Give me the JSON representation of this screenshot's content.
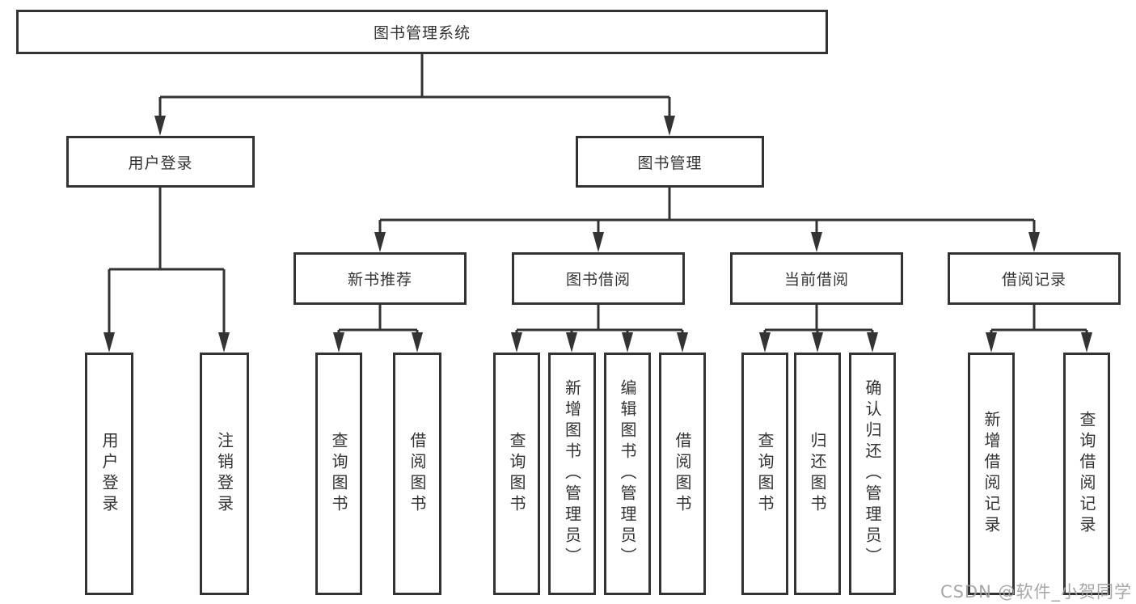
{
  "tree": {
    "root": "图书管理系统",
    "level2": [
      "用户登录",
      "图书管理"
    ],
    "level3": [
      "新书推荐",
      "图书借阅",
      "当前借阅",
      "借阅记录"
    ],
    "leaves": {
      "login": [
        "用户登录",
        "注销登录"
      ],
      "recommend": [
        "查询图书",
        "借阅图书"
      ],
      "borrow": [
        "查询图书",
        "新增图书（管理员）",
        "编辑图书（管理员）",
        "借阅图书"
      ],
      "current": [
        "查询图书",
        "归还图书",
        "确认归还（管理员）"
      ],
      "records": [
        "新增借阅记录",
        "查询借阅记录"
      ]
    }
  },
  "watermark": "CSDN @软件_小贺同学",
  "colors": {
    "line": "#333333",
    "text": "#333333",
    "background": "#ffffff",
    "watermark": "#9e9e9e"
  }
}
